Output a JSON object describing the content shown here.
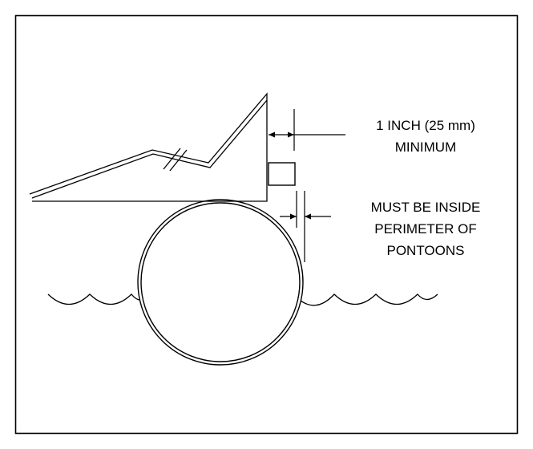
{
  "labels": {
    "clearance_line1": "1 INCH (25 mm)",
    "clearance_line2": "MINIMUM",
    "inside_line1": "MUST BE INSIDE",
    "inside_line2": "PERIMETER OF",
    "inside_line3": "PONTOONS"
  },
  "colors": {
    "ink": "#000000",
    "background": "#ffffff"
  }
}
